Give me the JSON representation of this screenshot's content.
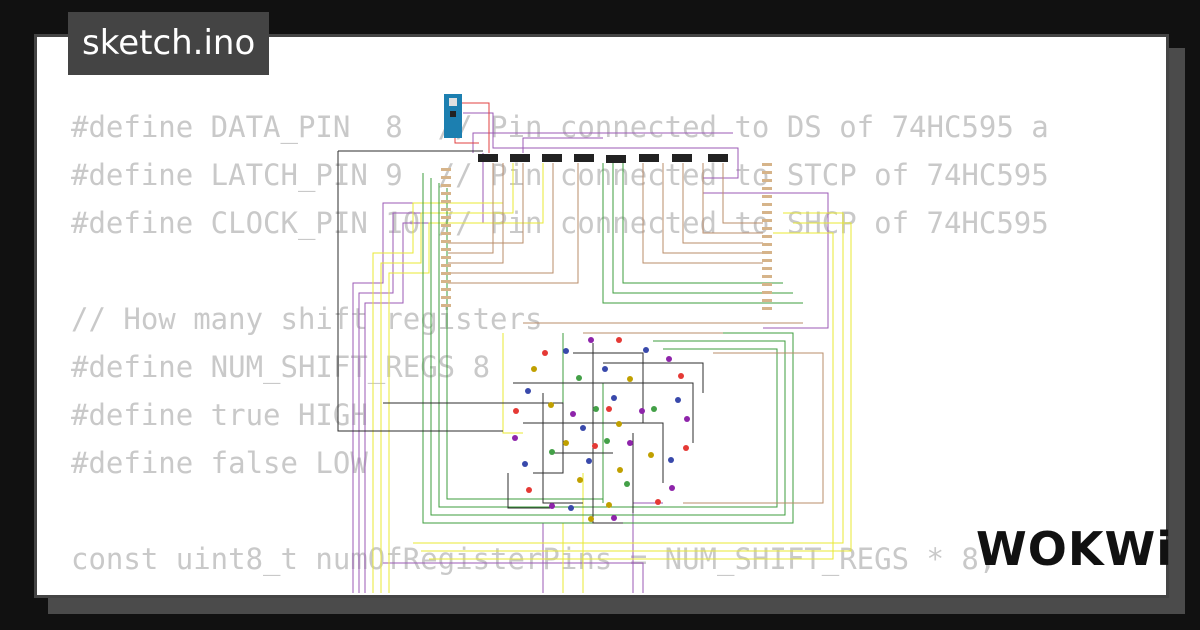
{
  "file_tab": {
    "title": "sketch.ino"
  },
  "code": {
    "lines": [
      "#define DATA_PIN  8  // Pin connected to DS of 74HC595 a",
      "#define LATCH_PIN 9  // Pin connected to STCP of 74HC595",
      "#define CLOCK_PIN 10 // Pin connected to SHCP of 74HC595",
      "",
      "// How many shift registers",
      "#define NUM_SHIFT_REGS 8",
      "#define true HIGH",
      "#define false LOW",
      "",
      "const uint8_t numOfRegisterPins = NUM_SHIFT_REGS * 8;"
    ]
  },
  "circuit": {
    "components": [
      "arduino-nano-icon",
      "shift-register-icon",
      "led-icon",
      "resistor-icon"
    ],
    "wire_colors": [
      "#9b59b6",
      "#e8e833",
      "#3c9c3c",
      "#b98c6a",
      "#2c2c2c",
      "#e04040"
    ],
    "led_colors": [
      "#e53935",
      "#3949ab",
      "#8e24aa",
      "#43a047",
      "#c0a000"
    ]
  },
  "brand": {
    "logo_text": "WOKWi"
  },
  "colors": {
    "background": "#111111",
    "card": "#ffffff",
    "card_shadow": "#4b4b4b",
    "tag": "#444444",
    "code_text": "#c9c9c9"
  }
}
